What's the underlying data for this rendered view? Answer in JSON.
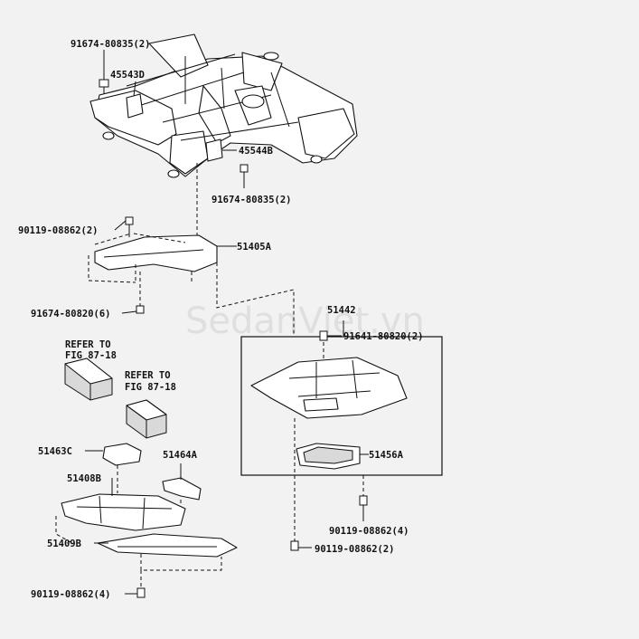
{
  "watermark": "SedanViet.vn",
  "labels": {
    "p91674_80835_top": "91674-80835(2)",
    "p45543D": "45543D",
    "p45544B": "45544B",
    "p91674_80835_bottom": "91674-80835(2)",
    "p90119_08862_2_top": "90119-08862(2)",
    "p51405A": "51405A",
    "p91674_80820_6": "91674-80820(6)",
    "p51442": "51442",
    "p91641_80820_2": "91641-80820(2)",
    "p51456A": "51456A",
    "p90119_08862_4_right": "90119-08862(4)",
    "p90119_08862_2_bottom": "90119-08862(2)",
    "p51463C": "51463C",
    "p51464A": "51464A",
    "p51408B": "51408B",
    "p51409B": "51409B",
    "p90119_08862_4_left": "90119-08862(4)"
  },
  "refs": {
    "ref1_line1": "REFER TO",
    "ref1_line2": "FIG 87-18",
    "ref2_line1": "REFER TO",
    "ref2_line2": "FIG 87-18"
  }
}
